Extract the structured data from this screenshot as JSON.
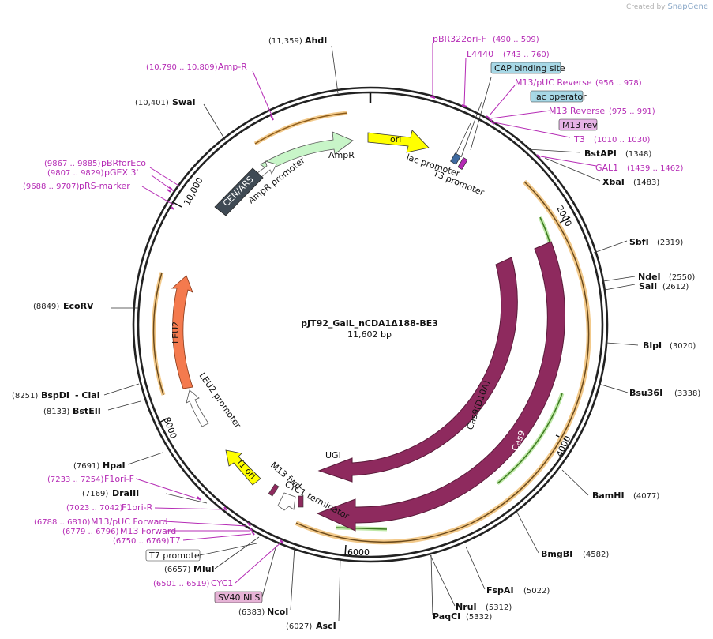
{
  "watermark": {
    "prefix": "Created by",
    "brand": "SnapGene"
  },
  "plasmid": {
    "name": "pJT92_GalL_nCDA1Δ188-BE3",
    "size": "11,602 bp"
  },
  "ticks": [
    "2000",
    "4000",
    "6000",
    "8000",
    "10,000"
  ],
  "features": {
    "ori": "ori",
    "ampr": "AmpR",
    "ampr_promoter": "AmpR promoter",
    "cen_ars": "CEN/ARS",
    "leu2": "LEU2",
    "leu2_promoter": "LEU2 promoter",
    "f1_ori": "f1 ori",
    "m13_fwd": "M13 fwd",
    "cyc1_terminator": "CYC1 terminator",
    "ugi": "UGI",
    "cas9_d10a": "Cas9(D10A)",
    "cas9": "Cas9",
    "lac_promoter": "lac promoter",
    "t3_promoter": "T3 promoter"
  },
  "enzymes": [
    {
      "name": "AhdI",
      "pos": "(11,359)"
    },
    {
      "name": "SwaI",
      "pos": "(10,401)"
    },
    {
      "name": "EcoRV",
      "pos": "(8849)"
    },
    {
      "name": "BspDI",
      "pos": "(8251)",
      "extra": "- ClaI"
    },
    {
      "name": "BstEII",
      "pos": "(8133)"
    },
    {
      "name": "HpaI",
      "pos": "(7691)"
    },
    {
      "name": "DraIII",
      "pos": "(7169)"
    },
    {
      "name": "MluI",
      "pos": "(6657)"
    },
    {
      "name": "NcoI",
      "pos": "(6383)"
    },
    {
      "name": "AscI",
      "pos": "(6027)"
    },
    {
      "name": "PaqCI",
      "pos": "(5332)"
    },
    {
      "name": "NruI",
      "pos": "(5312)"
    },
    {
      "name": "FspAI",
      "pos": "(5022)"
    },
    {
      "name": "BmgBI",
      "pos": "(4582)"
    },
    {
      "name": "BamHI",
      "pos": "(4077)"
    },
    {
      "name": "Bsu36I",
      "pos": "(3338)"
    },
    {
      "name": "BlpI",
      "pos": "(3020)"
    },
    {
      "name": "SalI",
      "pos": "(2612)"
    },
    {
      "name": "NdeI",
      "pos": "(2550)"
    },
    {
      "name": "SbfI",
      "pos": "(2319)"
    },
    {
      "name": "XbaI",
      "pos": "(1483)"
    },
    {
      "name": "BstAPI",
      "pos": "(1348)"
    }
  ],
  "primers": [
    {
      "name": "Amp-R",
      "pos": "(10,790 .. 10,809)"
    },
    {
      "name": "pBRforEco",
      "pos": "(9867 .. 9885)"
    },
    {
      "name": "pGEX 3'",
      "pos": "(9807 .. 9829)"
    },
    {
      "name": "pRS-marker",
      "pos": "(9688 .. 9707)"
    },
    {
      "name": "pBR322ori-F",
      "pos": "(490 .. 509)"
    },
    {
      "name": "L4440",
      "pos": "(743 .. 760)"
    },
    {
      "name": "M13/pUC Reverse",
      "pos": "(956 .. 978)"
    },
    {
      "name": "M13 Reverse",
      "pos": "(975 .. 991)"
    },
    {
      "name": "T3",
      "pos": "(1010 .. 1030)"
    },
    {
      "name": "GAL1",
      "pos": "(1439 .. 1462)"
    },
    {
      "name": "F1ori-F",
      "pos": "(7233 .. 7254)"
    },
    {
      "name": "F1ori-R",
      "pos": "(7023 .. 7042)"
    },
    {
      "name": "M13/pUC Forward",
      "pos": "(6788 .. 6810)"
    },
    {
      "name": "M13 Forward",
      "pos": "(6779 .. 6796)"
    },
    {
      "name": "T7",
      "pos": "(6750 .. 6769)"
    },
    {
      "name": "CYC1",
      "pos": "(6501 .. 6519)"
    }
  ],
  "boxed": {
    "cap_site": "CAP binding site",
    "lac_operator": "lac operator",
    "m13_rev": "M13 rev",
    "t7_promoter": "T7 promoter",
    "sv40_nls": "SV40 NLS"
  },
  "colors": {
    "backbone": "#222222",
    "primer": "#b52bb5",
    "cas9": "#8e2a5e",
    "ori": "#ffff00",
    "ampr": "#c8f5c8",
    "leu2": "#f47a4e",
    "cen_ars": "#3f4a54",
    "orf_orange": "#f2a93b",
    "orf_green": "#4caf2a",
    "box_blue": "#a7d8e6",
    "box_pink": "#e6b3d6"
  }
}
